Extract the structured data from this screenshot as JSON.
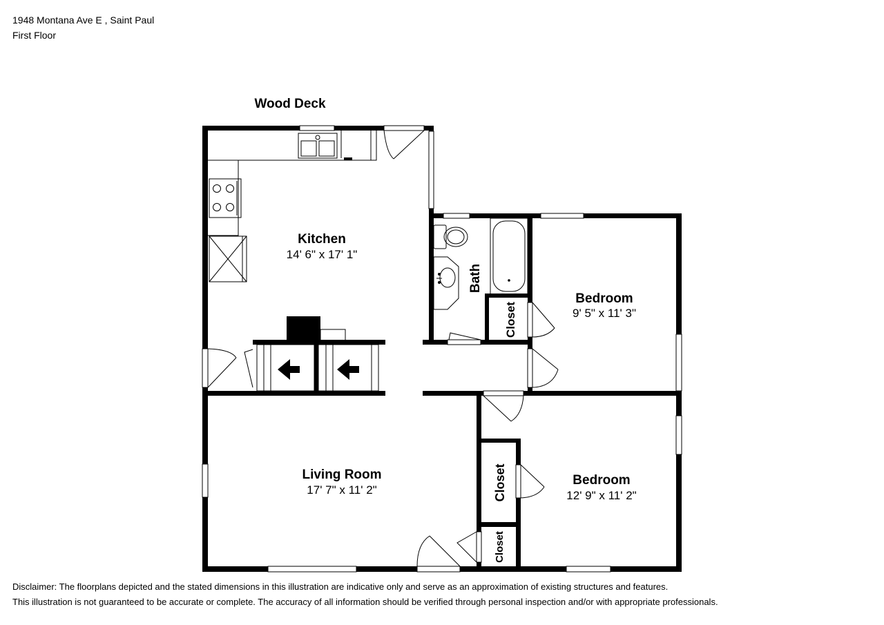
{
  "header": {
    "address": "1948 Montana Ave E , Saint Paul",
    "floor": "First Floor"
  },
  "labels": {
    "deck": "Wood Deck"
  },
  "rooms": {
    "kitchen": {
      "name": "Kitchen",
      "dims": "14' 6\" x 17' 1\""
    },
    "bath": {
      "name": "Bath"
    },
    "bedroom1": {
      "name": "Bedroom",
      "dims": "9' 5\" x 11' 3\""
    },
    "living": {
      "name": "Living Room",
      "dims": "17' 7\" x 11' 2\""
    },
    "bedroom2": {
      "name": "Bedroom",
      "dims": "12' 9\" x 11' 2\""
    },
    "closet1": {
      "name": "Closet"
    },
    "closet2": {
      "name": "Closet"
    },
    "closet3": {
      "name": "Closet"
    }
  },
  "disclaimer": {
    "line1": "Disclaimer: The floorplans depicted and the stated dimensions in this illustration are indicative only and serve as an approximation of existing structures and features.",
    "line2": "This illustration is not guaranteed to be accurate or complete. The accuracy of all information should be verified through personal inspection and/or with appropriate professionals."
  }
}
